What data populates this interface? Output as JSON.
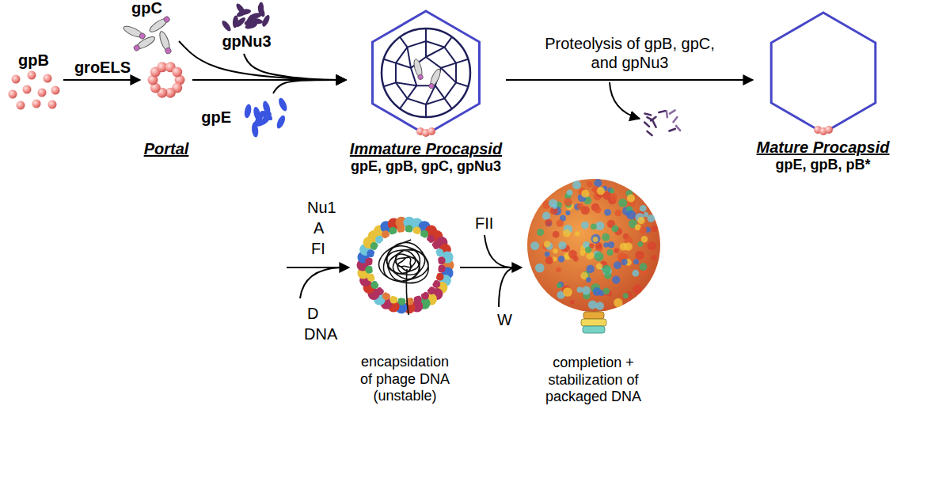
{
  "diagram": {
    "nodes": [
      {
        "text": [
          "gpB"
        ]
      },
      {
        "text": [
          "Portal"
        ]
      },
      {
        "text": [
          "gpC"
        ]
      },
      {
        "text": [
          "gpNu3"
        ]
      },
      {
        "text": [
          "gpE"
        ]
      },
      {
        "text": [
          "Immature Procapsid",
          "gpE, gpB, gpC, gpNu3"
        ]
      },
      {
        "text": [
          "Mature Procapsid",
          "gpE, gpB, pB*"
        ]
      },
      {
        "text": [
          "encapsidation of phage DNA (unstable)"
        ]
      },
      {
        "text": [
          "completion + stabilization of packaged DNA"
        ]
      }
    ],
    "edges": [
      {
        "from": 0,
        "to": 1,
        "arrow": "to",
        "label": "groELS"
      },
      {
        "from": 1,
        "to": 5,
        "arrow": "to"
      },
      {
        "from": 2,
        "to": 5,
        "arrow": "to"
      },
      {
        "from": 3,
        "to": 5,
        "arrow": "to"
      },
      {
        "from": 4,
        "to": 5,
        "arrow": "to"
      },
      {
        "from": 5,
        "to": 6,
        "arrow": "to",
        "label": "Proteolysis of gpB, gpC, and gpNu3"
      },
      {
        "from": 7,
        "to": 8,
        "arrow": "to"
      }
    ],
    "labels": [
      "Nu1",
      "A",
      "FI",
      "D",
      "DNA",
      "FII",
      "W"
    ]
  }
}
